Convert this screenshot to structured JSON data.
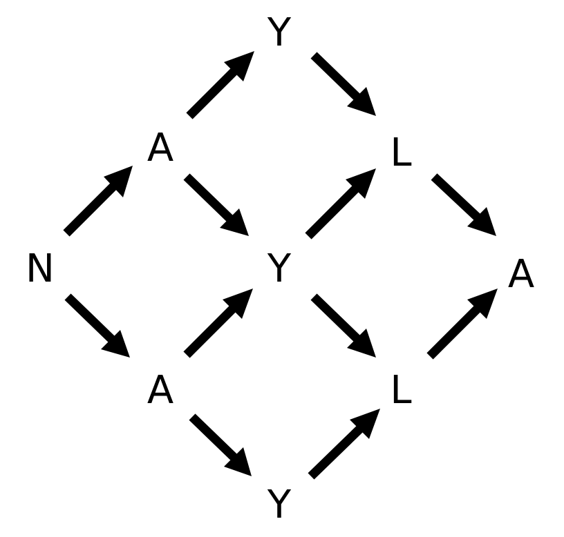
{
  "nodes": {
    "n": "N",
    "a_top": "A",
    "a_bottom": "A",
    "y_top": "Y",
    "y_mid": "Y",
    "y_bottom": "Y",
    "l_top": "L",
    "l_bottom": "L",
    "a_end": "A"
  },
  "colors": {
    "ink": "#000000",
    "background": "#ffffff"
  }
}
